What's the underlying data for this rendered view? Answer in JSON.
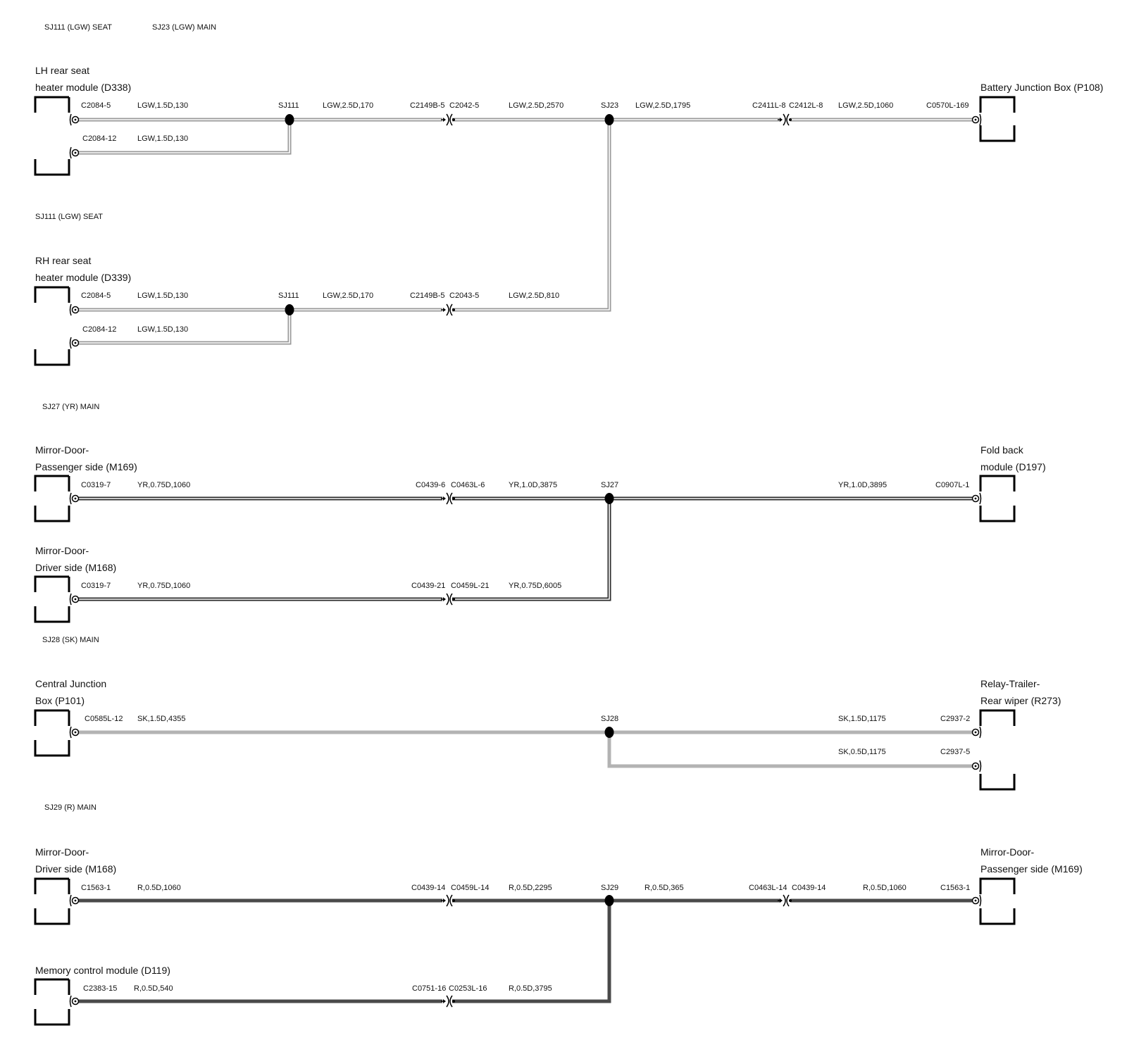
{
  "headers": {
    "h1": "SJ111 (LGW) SEAT",
    "h2": "SJ23 (LGW) MAIN",
    "h3": "SJ111 (LGW) SEAT",
    "h4": "SJ27 (YR) MAIN",
    "h5": "SJ28 (SK) MAIN",
    "h6": "SJ29 (R) MAIN"
  },
  "components": {
    "lh_seat": [
      "LH rear seat",
      "heater module (D338)"
    ],
    "battery": [
      "Battery Junction Box (P108)"
    ],
    "rh_seat": [
      "RH rear seat",
      "heater module (D339)"
    ],
    "mirror_pass_a": [
      "Mirror-Door-",
      "Passenger side (M169)"
    ],
    "fold_back": [
      "Fold back",
      "module (D197)"
    ],
    "mirror_drv_a": [
      "Mirror-Door-",
      "Driver side (M168)"
    ],
    "cjb": [
      "Central Junction",
      "Box (P101)"
    ],
    "relay_trailer": [
      "Relay-Trailer-",
      "Rear wiper (R273)"
    ],
    "mirror_drv_b": [
      "Mirror-Door-",
      "Driver side (M168)"
    ],
    "mirror_pass_b": [
      "Mirror-Door-",
      "Passenger side (M169)"
    ],
    "memory": [
      "Memory control module (D119)"
    ]
  },
  "splices": {
    "s1": "SJ111",
    "s2": "SJ23",
    "s3": "SJ111",
    "s4": "SJ27",
    "s5": "SJ28",
    "s6": "SJ29"
  },
  "labels": {
    "l1": "C2084-5",
    "l2": "LGW,1.5D,130",
    "l3": "LGW,2.5D,170",
    "l4": "C2149B-5",
    "l5": "C2042-5",
    "l6": "LGW,2.5D,2570",
    "l7": "LGW,2.5D,1795",
    "l8": "C2411L-8",
    "l9": "C2412L-8",
    "l10": "LGW,2.5D,1060",
    "l11": "C0570L-169",
    "l12": "C2084-12",
    "l13": "LGW,1.5D,130",
    "l14": "C2084-5",
    "l15": "LGW,1.5D,130",
    "l16": "LGW,2.5D,170",
    "l17": "C2149B-5",
    "l18": "C2043-5",
    "l19": "LGW,2.5D,810",
    "l20": "C2084-12",
    "l21": "LGW,1.5D,130",
    "l22": "C0319-7",
    "l23": "YR,0.75D,1060",
    "l24": "C0439-6",
    "l25": "C0463L-6",
    "l26": "YR,1.0D,3875",
    "l27": "YR,1.0D,3895",
    "l28": "C0907L-1",
    "l29": "C0319-7",
    "l30": "YR,0.75D,1060",
    "l31": "C0439-21",
    "l32": "C0459L-21",
    "l33": "YR,0.75D,6005",
    "l34": "C0585L-12",
    "l35": "SK,1.5D,4355",
    "l36": "SK,1.5D,1175",
    "l37": "C2937-2",
    "l38": "SK,0.5D,1175",
    "l39": "C2937-5",
    "l40": "C1563-1",
    "l41": "R,0.5D,1060",
    "l42": "C0439-14",
    "l43": "C0459L-14",
    "l44": "R,0.5D,2295",
    "l45": "R,0.5D,365",
    "l46": "C0463L-14",
    "l47": "C0439-14",
    "l48": "R,0.5D,1060",
    "l49": "C1563-1",
    "l50": "C2383-15",
    "l51": "R,0.5D,540",
    "l52": "C0751-16",
    "l53": "C0253L-16",
    "l54": "R,0.5D,3795"
  },
  "colors": {
    "lgw": "#9a9a9a",
    "yr": "#2a2a2a",
    "sk": "#b3b3b3",
    "r": "#4a4a4a"
  }
}
